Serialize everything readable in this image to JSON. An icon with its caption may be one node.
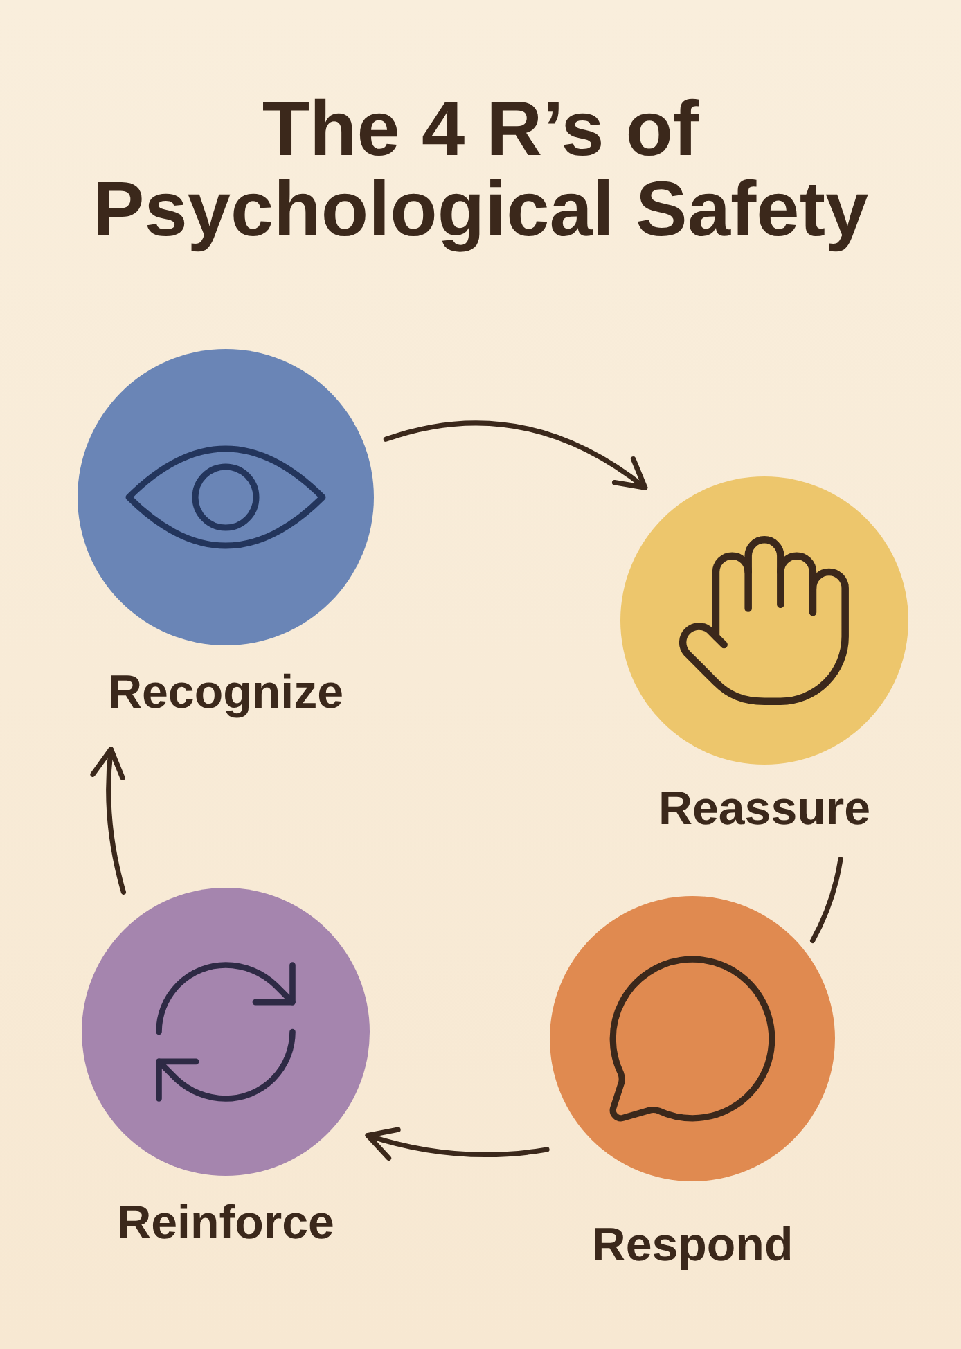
{
  "diagram": {
    "title": "The 4 R’s of Psychological Safety",
    "nodes": [
      {
        "text": [
          "Recognize"
        ]
      },
      {
        "text": [
          "Reassure"
        ]
      },
      {
        "text": [
          "Respond"
        ]
      },
      {
        "text": [
          "Reinforce"
        ]
      }
    ],
    "edges": [
      {
        "from": 0,
        "to": 1,
        "arrow": "to"
      },
      {
        "from": 1,
        "to": 2,
        "arrow": "none"
      },
      {
        "from": 2,
        "to": 3,
        "arrow": "to"
      },
      {
        "from": 3,
        "to": 0,
        "arrow": "to"
      }
    ]
  }
}
